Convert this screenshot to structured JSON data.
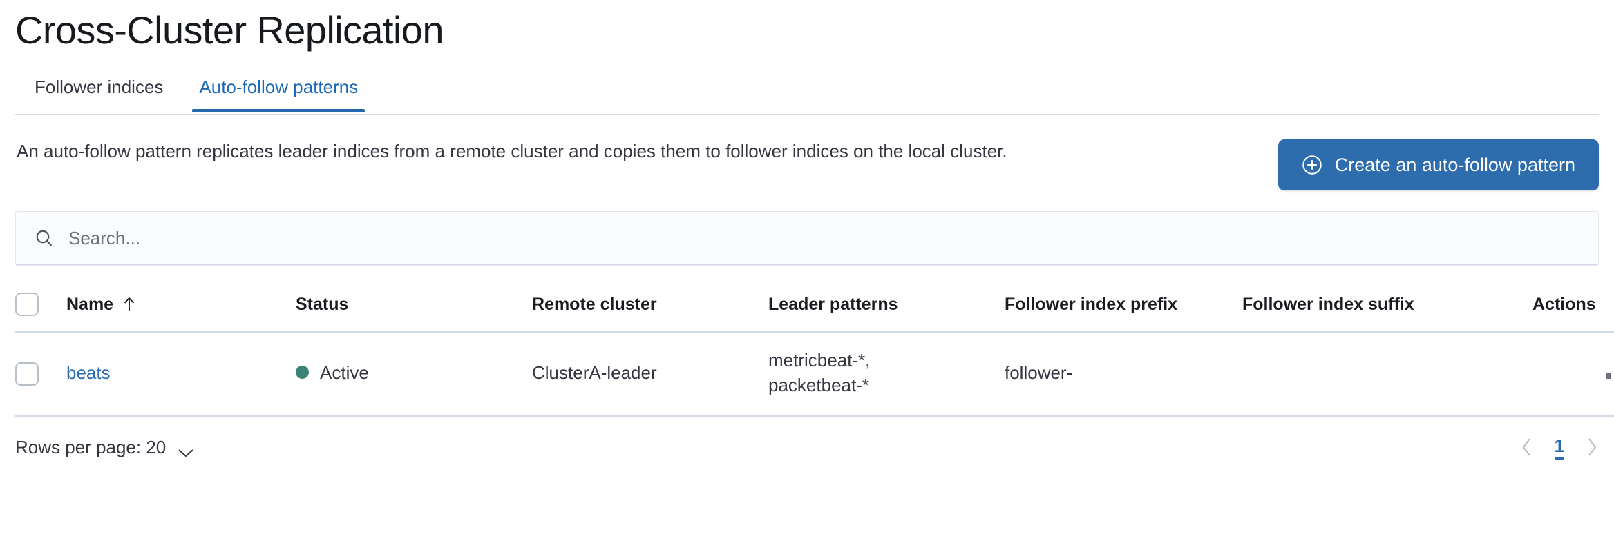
{
  "page": {
    "title": "Cross-Cluster Replication"
  },
  "tabs": [
    {
      "label": "Follower indices",
      "active": false
    },
    {
      "label": "Auto-follow patterns",
      "active": true
    }
  ],
  "intro": {
    "description": "An auto-follow pattern replicates leader indices from a remote cluster and copies them to follower indices on the local cluster.",
    "create_button_label": "Create an auto-follow pattern",
    "create_button_icon": "plus-in-circle-icon"
  },
  "search": {
    "placeholder": "Search...",
    "value": "",
    "icon": "search-icon"
  },
  "table": {
    "columns": [
      "Name",
      "Status",
      "Remote cluster",
      "Leader patterns",
      "Follower index prefix",
      "Follower index suffix",
      "Actions"
    ],
    "sorted_column": "Name",
    "sort_direction": "ascending",
    "sort_icon": "arrow-up-icon",
    "rows": [
      {
        "selected": false,
        "name": "beats",
        "status": "Active",
        "status_color": "#3c8277",
        "remote_cluster": "ClusterA-leader",
        "leader_patterns": "metricbeat-*,\npacketbeat-*",
        "follower_index_prefix": "follower-",
        "follower_index_suffix": "",
        "actions_icon": "ellipsis-horizontal-icon"
      }
    ]
  },
  "footer": {
    "rows_per_page_label": "Rows per page: 20",
    "rows_per_page_icon": "chevron-down-icon",
    "prev_icon": "chevron-left-icon",
    "next_icon": "chevron-right-icon",
    "current_page": "1"
  },
  "colors": {
    "accent_blue": "#2d6cad",
    "link_blue": "#2d6cad",
    "status_green": "#3c8277",
    "border": "#d3dae6",
    "text": "#343741"
  }
}
